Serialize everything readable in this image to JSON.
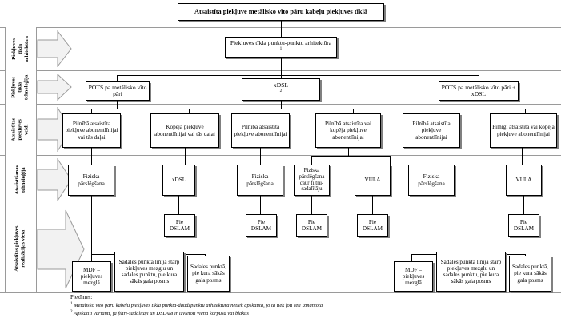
{
  "title": {
    "text": "Atsaistīta piekļuve metālisko vīto pāru kabeļu piekļuves tīklā"
  },
  "bands": [
    {
      "id": "arhitektura",
      "label_lines": [
        "Piekļuves",
        "tīkla",
        "arhitektūra"
      ]
    },
    {
      "id": "tehnologija",
      "label_lines": [
        "Piekļuves",
        "tīkla",
        "tehnoloģija"
      ]
    },
    {
      "id": "veidi",
      "label_lines": [
        "Atsaistītas",
        "piekļuves",
        "veidi"
      ]
    },
    {
      "id": "atsaist-teh",
      "label_lines": [
        "Atsaistīšanas",
        "tehnoloģija"
      ]
    },
    {
      "id": "realizacija",
      "label_lines": [
        "Atsaistītas piekļuves",
        "realizācijas vieta"
      ]
    }
  ],
  "nodes": {
    "architecture": [
      {
        "id": "arh1",
        "text": "Piekļuves tīkla punktu-punktu arhitektūra",
        "sup": "1"
      }
    ],
    "technology": [
      {
        "id": "tech1",
        "text": "POTS pa metālisko vīto pāri",
        "sup": ""
      },
      {
        "id": "tech2",
        "text": "xDSL",
        "sup": "2"
      },
      {
        "id": "tech3",
        "text": "POTS pa metālisko vīto pāri + xDSL",
        "sup": ""
      }
    ],
    "access_types": [
      {
        "id": "at1",
        "text": "Pilnībā atsaistīta piekļuve abonentlīnijai vai tās daļai"
      },
      {
        "id": "at2",
        "text": "Kopēja piekļuve abonentlīnijai vai tās daļai"
      },
      {
        "id": "at3",
        "text": "Pilnībā atsaistīta piekļuve abonentlīnijai"
      },
      {
        "id": "at4",
        "text": "Pilnībā atsaistīta vai kopēja piekļuve abonentlīnijai"
      },
      {
        "id": "at5",
        "text": "Pilnībā atsaistīta piekļuve abonentlīnijai"
      },
      {
        "id": "at6",
        "text": "Pilnīgi atsaistīta vai kopēja piekļuve abonentlīnijai"
      }
    ],
    "unbundling_tech": [
      {
        "id": "ut1",
        "text": "Fiziska pārslēgšana"
      },
      {
        "id": "ut2",
        "text": "xDSL"
      },
      {
        "id": "ut3",
        "text": "Fiziska pārslēgšana"
      },
      {
        "id": "ut4",
        "text": "Fiziska pārslēgšana caur filtru-sadalītāju"
      },
      {
        "id": "ut5",
        "text": "VULA"
      },
      {
        "id": "ut6",
        "text": "Fiziska pārslēgšana"
      },
      {
        "id": "ut7",
        "text": "VULA"
      }
    ],
    "dslam": [
      {
        "id": "d1",
        "text": "Pie DSLAM"
      },
      {
        "id": "d2",
        "text": "Pie DSLAM"
      },
      {
        "id": "d3",
        "text": "Pie DSLAM"
      },
      {
        "id": "d4",
        "text": "Pie DSLAM"
      },
      {
        "id": "d5",
        "text": "Pie DSLAM"
      }
    ],
    "locations": [
      {
        "id": "loc1",
        "text": "MDF – piekļuves mezglā"
      },
      {
        "id": "loc2",
        "text": "Sadales punktā linijā starp piekļuves mezglu un sadales punktu, pie kura sākās gala posms"
      },
      {
        "id": "loc3",
        "text": "Sadales punktā, pie kura sākās gala posms"
      },
      {
        "id": "loc4",
        "text": "MDF – piekļuves mezglā"
      },
      {
        "id": "loc5",
        "text": "Sadales punktā linijā starp piekļuves mezglu un sadales punktu, pie kura sākās gala posms"
      },
      {
        "id": "loc6",
        "text": "Sadales punktā, pie kura sākās gala posms"
      }
    ]
  },
  "notes": {
    "heading": "Piezīmes:",
    "items": [
      {
        "sup": "1",
        "text": "Metālisko vīto pāru kabeļu piekļuves tīkla punkta-daudzpunktu arhitektūra netiek apskatīta, jo tā tiek ļoti reti izmantota"
      },
      {
        "sup": "2",
        "text": "Apskatīti varianti, ja filtri-sadalītāji un DSLAM ir izvietoti vienā korpusā vai blakus"
      }
    ]
  },
  "colors": {
    "line": "#000000",
    "band_separator": "#9a9a9a",
    "box_shadow": "#808080",
    "chevron_fill": "#f2f2f2",
    "chevron_stroke": "#9a9a9a"
  }
}
